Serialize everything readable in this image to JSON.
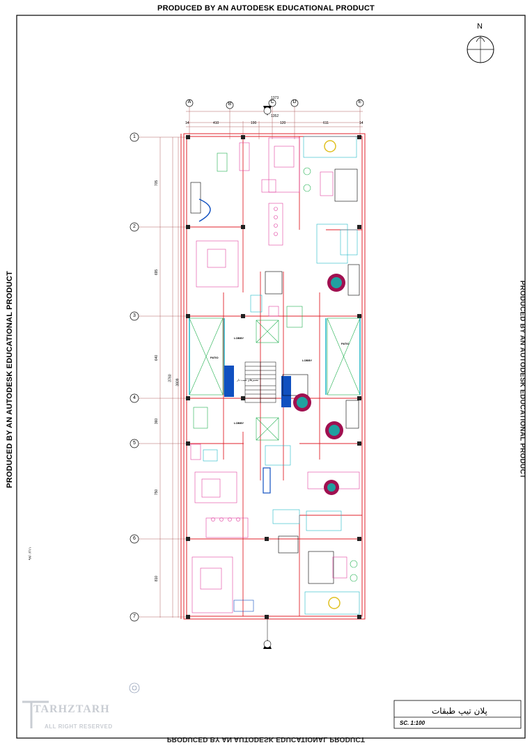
{
  "banners": {
    "top": "PRODUCED BY AN AUTODESK EDUCATIONAL PRODUCT",
    "left": "PRODUCED BY AN AUTODESK EDUCATIONAL PRODUCT",
    "bottom": "PRODUCED BY AN AUTODESK EDUCATIONAL PRODUCT",
    "right": "PRODUCED BY AN AUTODESK EDUCATIONAL PRODUCT"
  },
  "north_label": "N",
  "grid_columns": [
    "A",
    "B",
    "C",
    "D",
    "E"
  ],
  "grid_rows": [
    "1",
    "2",
    "3",
    "4",
    "5",
    "6",
    "7"
  ],
  "dimensions": {
    "top_total": "1373",
    "top_sub_total": "1352",
    "top_segments": [
      "14",
      "410",
      "190",
      "120",
      "611",
      "14"
    ],
    "left_segments": [
      "705",
      "695",
      "640",
      "360",
      "750",
      "810"
    ],
    "left_totals": [
      "3760",
      "3809"
    ]
  },
  "room_labels": {
    "lobby": "LOBBY",
    "patio": "PATIO",
    "stair": "مسیرهای شیب دار"
  },
  "date_text": "۹۸/۰۶/۱۱",
  "title_block": {
    "title": "پلان تیپ طبقات",
    "scale": "SC.  1:100"
  },
  "logo": {
    "name": "TARHZTARH",
    "tagline": "ALL RIGHT RESERVED"
  },
  "colors": {
    "wall": "#e0222b",
    "dim_line": "#b06060",
    "furniture_cyan": "#20b8c8",
    "furniture_magenta": "#e040a0",
    "furniture_green": "#20b050",
    "stair_blue": "#1050c0",
    "text": "#000000"
  }
}
